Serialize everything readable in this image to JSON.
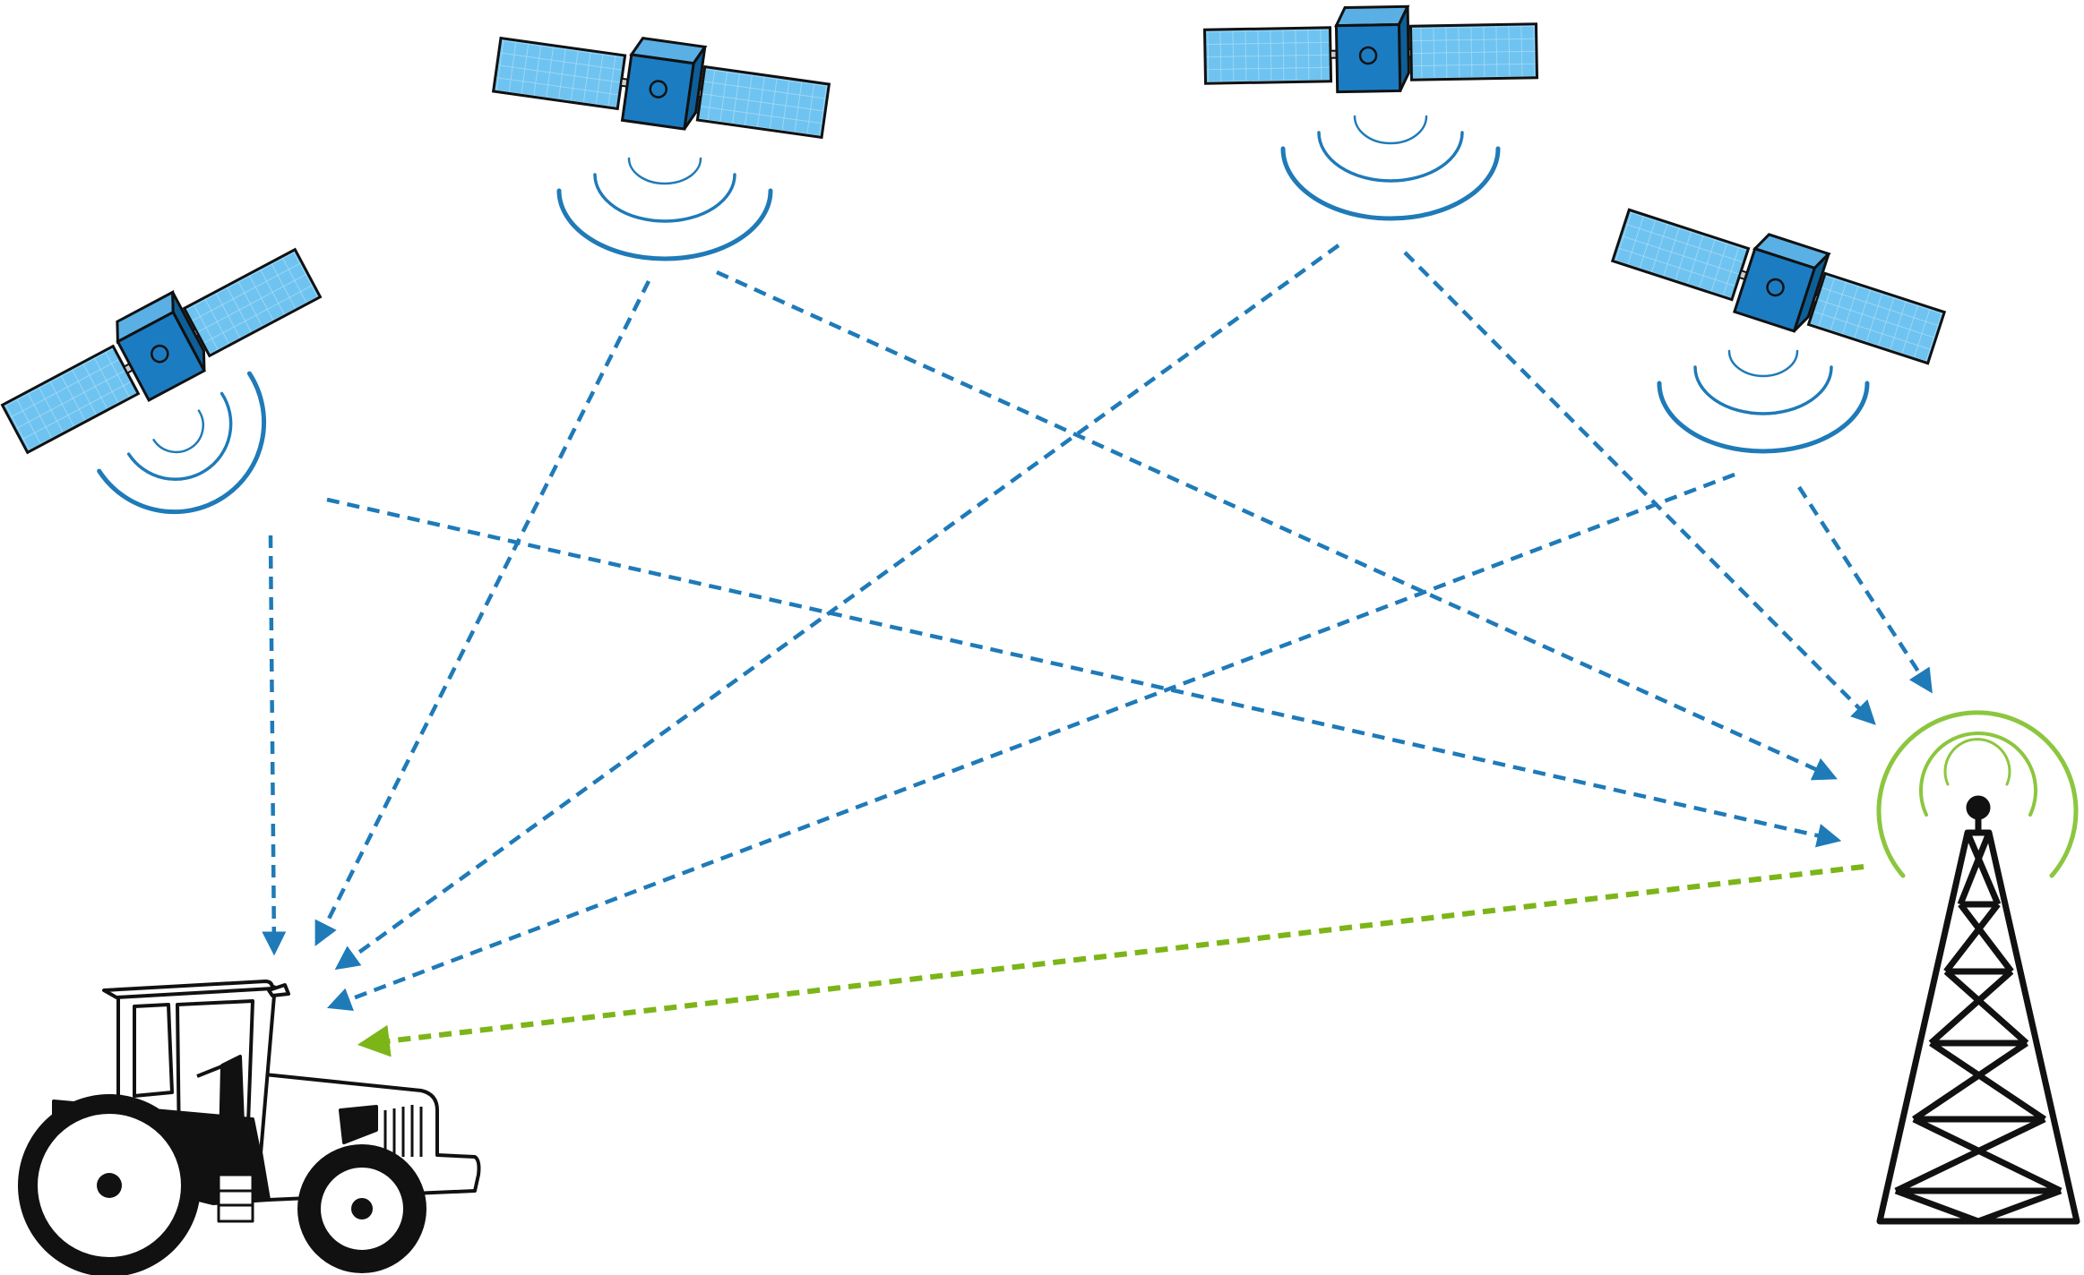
{
  "diagram": {
    "nodes": [
      {
        "id": "satellite-1",
        "kind": "satellite",
        "icon": "satellite-icon"
      },
      {
        "id": "satellite-2",
        "kind": "satellite",
        "icon": "satellite-icon"
      },
      {
        "id": "satellite-3",
        "kind": "satellite",
        "icon": "satellite-icon"
      },
      {
        "id": "satellite-4",
        "kind": "satellite",
        "icon": "satellite-icon"
      },
      {
        "id": "tractor",
        "kind": "vehicle",
        "icon": "tractor-icon"
      },
      {
        "id": "base-station",
        "kind": "antenna-tower",
        "icon": "radio-tower-icon"
      }
    ],
    "edges": [
      {
        "from": "satellite-1",
        "to": "tractor",
        "style": "dashed",
        "color": "satellite-signal"
      },
      {
        "from": "satellite-1",
        "to": "base-station",
        "style": "dashed",
        "color": "satellite-signal"
      },
      {
        "from": "satellite-2",
        "to": "tractor",
        "style": "dashed",
        "color": "satellite-signal"
      },
      {
        "from": "satellite-2",
        "to": "base-station",
        "style": "dashed",
        "color": "satellite-signal"
      },
      {
        "from": "satellite-3",
        "to": "tractor",
        "style": "dashed",
        "color": "satellite-signal"
      },
      {
        "from": "satellite-3",
        "to": "base-station",
        "style": "dashed",
        "color": "satellite-signal"
      },
      {
        "from": "satellite-4",
        "to": "tractor",
        "style": "dashed",
        "color": "satellite-signal"
      },
      {
        "from": "satellite-4",
        "to": "base-station",
        "style": "dashed",
        "color": "satellite-signal"
      },
      {
        "from": "base-station",
        "to": "tractor",
        "style": "dashed",
        "color": "correction-signal"
      }
    ]
  },
  "colors": {
    "satellite-signal": "#1f7ab8",
    "correction-signal": "#7cb518",
    "tower-rings": "#8cc63f",
    "panel-fill": "#6fc3f0",
    "panel-grid": "#9ad6f6",
    "body-fill": "#1c7cc2",
    "outline": "#111111"
  }
}
